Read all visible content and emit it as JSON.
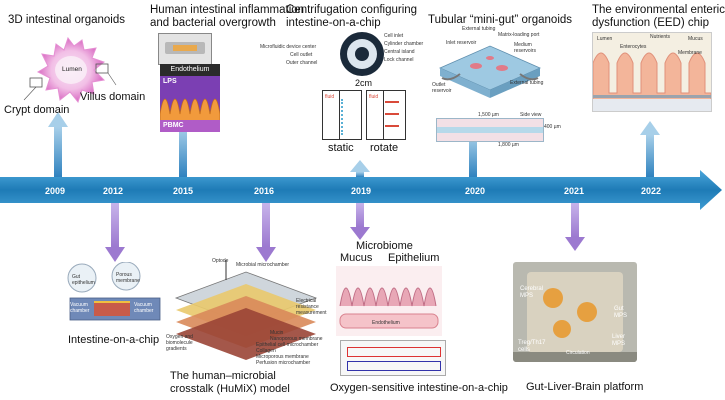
{
  "timeline": {
    "years": [
      "2009",
      "2012",
      "2015",
      "2016",
      "2019",
      "2020",
      "2021",
      "2022"
    ],
    "colors": {
      "band": "#1e7bb6",
      "band_light": "#3f9cd3",
      "up_arrow": "#5a9fcd",
      "down_arrow": "#a98ad6"
    }
  },
  "top": {
    "organoids": {
      "title": "3D intestinal organoids",
      "lumen": "Lumen",
      "crypt": "Crypt domain",
      "villus": "Villus domain"
    },
    "inflammation": {
      "title_l1": "Human intestinal inflammation",
      "title_l2": "and bacterial overgrowth",
      "endothelium": "Endothelium",
      "lps": "LPS",
      "pbmc": "PBMC"
    },
    "centrifugation": {
      "title_l1": "Centrifugation configuring",
      "title_l2": "intestine-on-a-chip",
      "labels": [
        "Cell inlet",
        "Cylinder chamber",
        "Central island",
        "Lock channel"
      ],
      "left_labels": [
        "Microfluidic device center",
        "Cell outlet",
        "Outer channel"
      ],
      "scale": "2cm",
      "fluid": "fluid",
      "static": "static",
      "rotate": "rotate"
    },
    "minigut": {
      "title": "Tubular “mini-gut” organoids",
      "labels": [
        "External tubing",
        "Matrix-loading port",
        "Inlet reservoir",
        "Medium reservoirs",
        "Outlet reservoir",
        "External tubing",
        "Side view"
      ],
      "dim1": "1,500 µm",
      "dim2": "1,800 µm",
      "dim3": "400 µm"
    },
    "eed": {
      "title_l1": "The environmental enteric",
      "title_l2": "dysfunction (EED) chip",
      "labels": [
        "Lumen",
        "Enterocytes",
        "Nutrients",
        "Mucus",
        "Membrane"
      ]
    }
  },
  "bottom": {
    "intestine_chip": {
      "caption": "Intestine-on-a-chip",
      "gut": "Gut epithelium",
      "porous": "Porous membrane",
      "vac_l": "Vacuum chamber",
      "vac_r": "Vacuum chamber"
    },
    "humix": {
      "caption_l1": "The human–microbial",
      "caption_l2": "crosstalk (HuMiX) model",
      "labels": [
        "Optode",
        "Microbial microchamber",
        "Electrical resistance measurement",
        "Mucin",
        "Nanoporous membrane",
        "Epithelial cell microchamber",
        "Collagen",
        "Microporous membrane",
        "Perfusion microchamber",
        "Oxygen and biomolecule gradients"
      ]
    },
    "oxygen": {
      "caption": "Oxygen-sensitive intestine-on-a-chip",
      "microbiome": "Microbiome",
      "mucus": "Mucus",
      "epithelium": "Epithelium",
      "endothelium": "Endothelium"
    },
    "glb": {
      "caption": "Gut-Liver-Brain platform",
      "cerebral": "Cerebral MPS",
      "gut": "Gut MPS",
      "liver": "Liver MPS",
      "treg": "Treg/Th17 cells",
      "circulation": "Circulation"
    }
  }
}
